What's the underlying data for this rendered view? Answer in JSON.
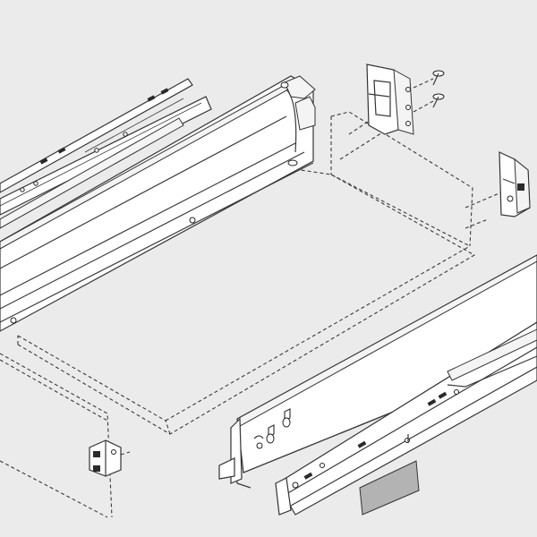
{
  "figure": {
    "background": "#ebebeb",
    "parts": [
      {
        "name": "left-drawer-side-panel",
        "icon": "drawer-side-panel"
      },
      {
        "name": "left-runner-rail",
        "icon": "runner-rail"
      },
      {
        "name": "right-drawer-side-panel",
        "icon": "drawer-side-panel"
      },
      {
        "name": "right-runner-rail",
        "icon": "runner-rail"
      },
      {
        "name": "rear-bracket",
        "icon": "bracket"
      },
      {
        "name": "screw",
        "icon": "screw"
      },
      {
        "name": "front-fixing-bracket",
        "icon": "bracket"
      },
      {
        "name": "side-cover-cap",
        "icon": "cover-cap"
      },
      {
        "name": "drawer-bottom-outline",
        "icon": "dashed-panel"
      },
      {
        "name": "drawer-back-outline",
        "icon": "dashed-panel"
      },
      {
        "name": "drawer-front-outline",
        "icon": "dashed-panel"
      }
    ],
    "colors": {
      "line": "#3a3a3a",
      "panel": "#ffffff",
      "cap": "#b3b3b3"
    }
  }
}
